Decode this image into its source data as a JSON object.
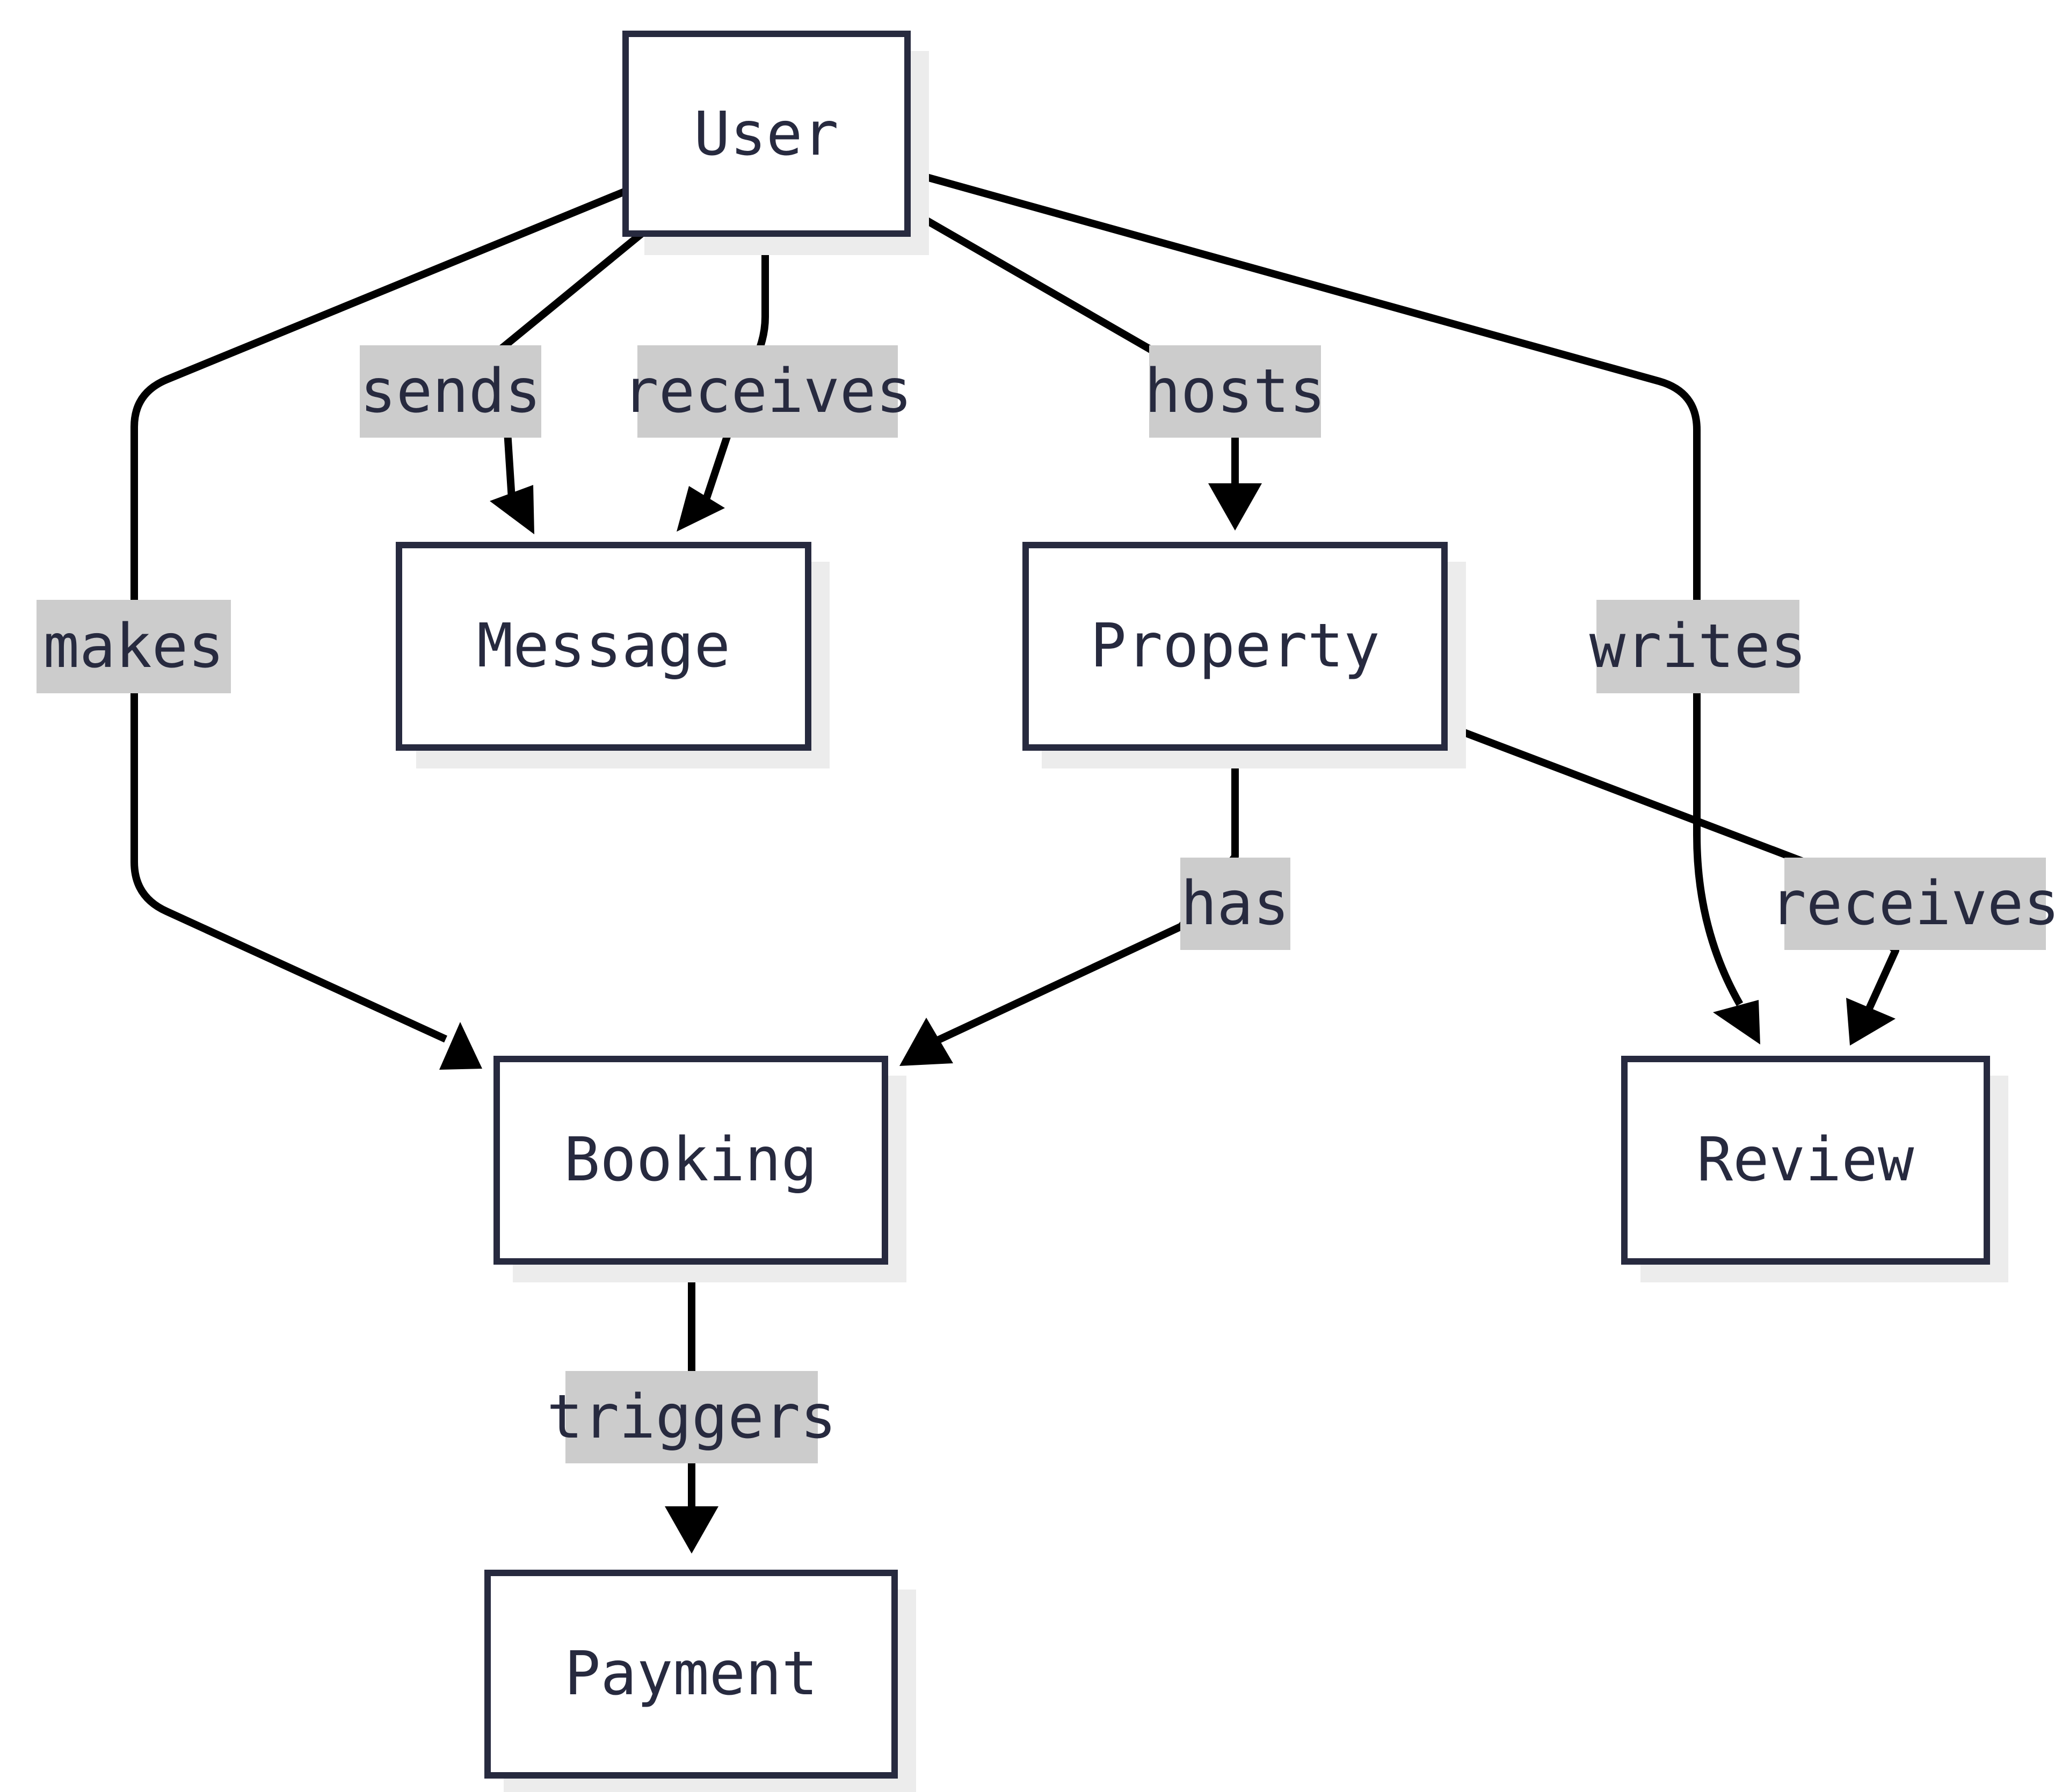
{
  "diagram": {
    "type": "flowchart",
    "colors": {
      "node_border": "#272a3f",
      "node_fill": "#ffffff",
      "node_shadow": "#ececec",
      "edge": "#000000",
      "label_background": "#cccccc",
      "text": "#272a3f"
    },
    "nodes": {
      "user": "User",
      "message": "Message",
      "property": "Property",
      "booking": "Booking",
      "review": "Review",
      "payment": "Payment"
    },
    "edges": [
      {
        "from": "user",
        "to": "booking",
        "label": "makes"
      },
      {
        "from": "user",
        "to": "message",
        "label": "sends"
      },
      {
        "from": "user",
        "to": "message",
        "label": "receives"
      },
      {
        "from": "user",
        "to": "property",
        "label": "hosts"
      },
      {
        "from": "user",
        "to": "review",
        "label": "writes"
      },
      {
        "from": "property",
        "to": "booking",
        "label": "has"
      },
      {
        "from": "property",
        "to": "review",
        "label": "receives"
      },
      {
        "from": "booking",
        "to": "payment",
        "label": "triggers"
      }
    ]
  }
}
